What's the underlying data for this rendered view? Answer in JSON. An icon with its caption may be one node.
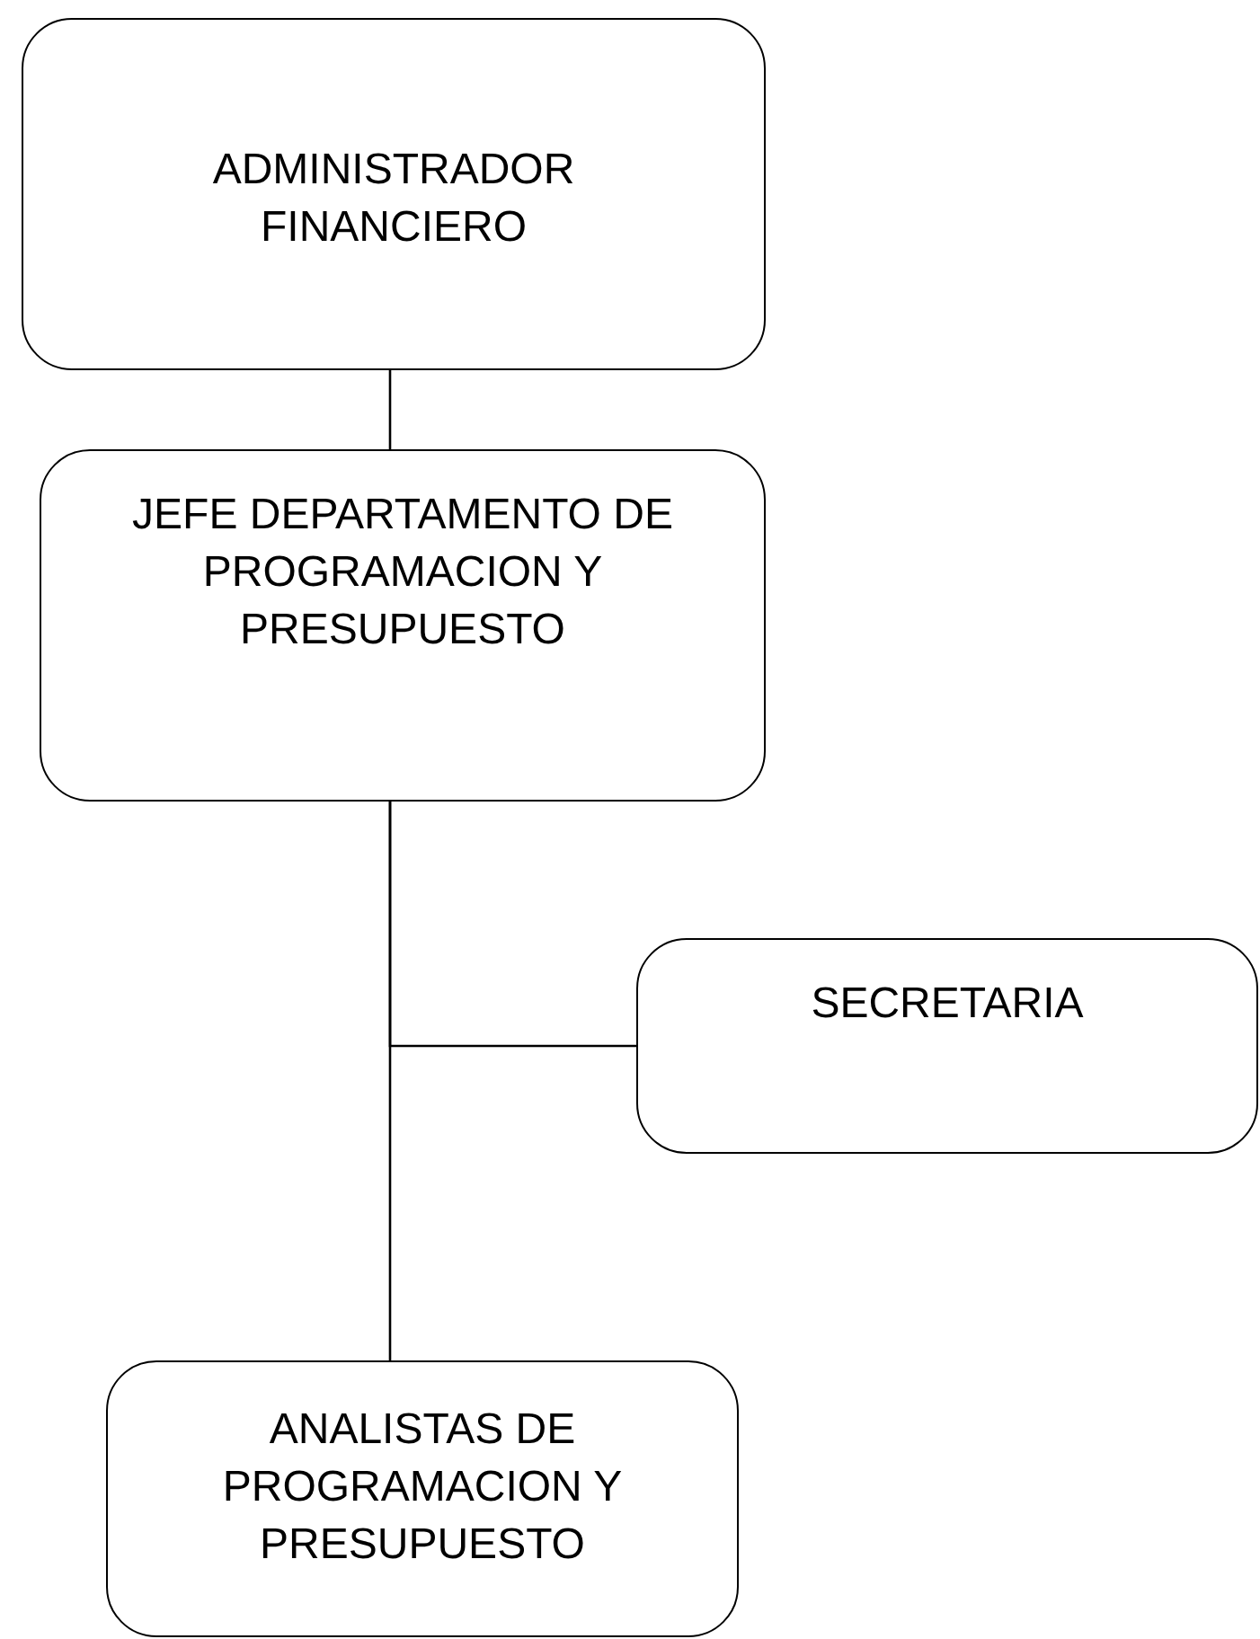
{
  "diagram": {
    "nodes": [
      {
        "text": [
          "ADMINISTRADOR FINANCIERO"
        ]
      },
      {
        "text": [
          "JEFE DEPARTAMENTO DE PROGRAMACION Y PRESUPUESTO"
        ]
      },
      {
        "text": [
          "SECRETARIA"
        ]
      },
      {
        "text": [
          "ANALISTAS DE PROGRAMACION Y PRESUPUESTO"
        ]
      }
    ],
    "edges": [
      {
        "from": 0,
        "to": 1,
        "arrow": "none"
      },
      {
        "from": 1,
        "to": 2,
        "arrow": "none"
      },
      {
        "from": 1,
        "to": 3,
        "arrow": "none"
      }
    ]
  }
}
